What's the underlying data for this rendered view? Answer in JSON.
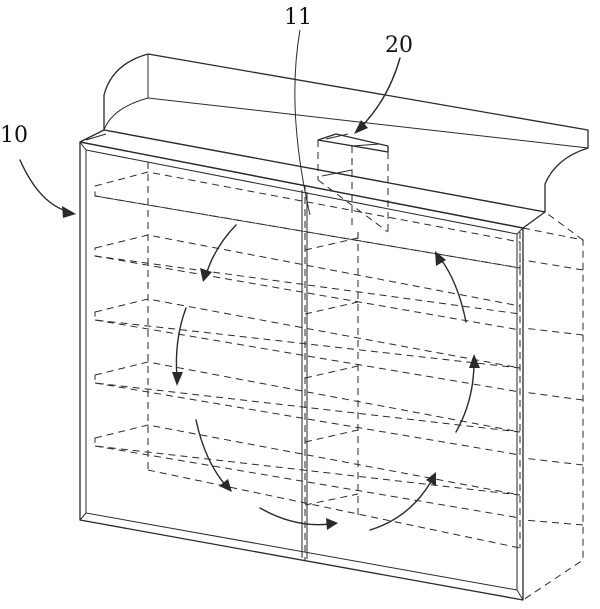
{
  "labels": {
    "cabinet": "10",
    "divider": "11",
    "fan_unit": "20"
  }
}
